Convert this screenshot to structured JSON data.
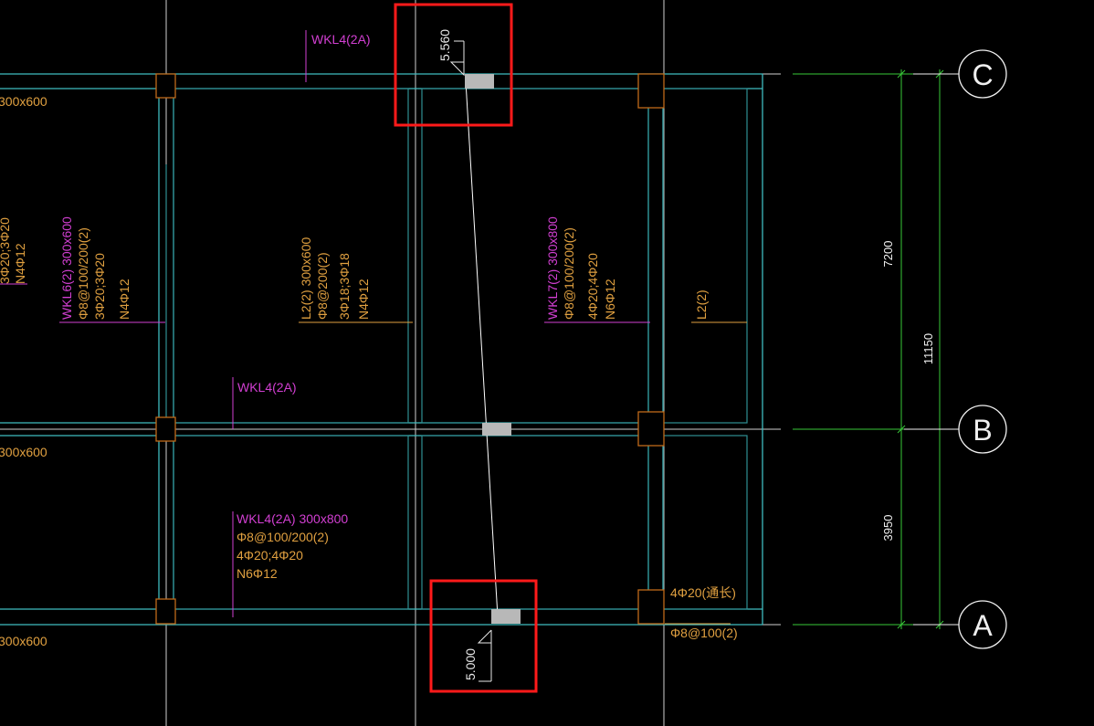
{
  "colors": {
    "background": "#000000",
    "beam_line": "#3fbcc0",
    "inner_line": "#2e8f93",
    "grid_line": "#cfcfcf",
    "column": "#c06a1a",
    "label_magenta": "#d23fd2",
    "label_orange": "#e0a040",
    "dim_green": "#39c939",
    "dim_text": "#f0f0f0",
    "axis_bubble": "#f0f0f0",
    "highlight": "#ff1a1a",
    "slope_line": "#ffffff",
    "block_fill": "#b8b8b8"
  },
  "axes": [
    {
      "label": "C"
    },
    {
      "label": "B"
    },
    {
      "label": "A"
    }
  ],
  "dimensions": {
    "span_cb": "7200",
    "total": "11150",
    "span_ba": "3950"
  },
  "elevations": {
    "top": "5.560",
    "bottom": "5.000"
  },
  "beam_labels": {
    "wkl4_top": "WKL4(2A)",
    "wkl4_mid": "WKL4(2A)",
    "size_left_top": "300x600",
    "size_left_mid": "300x600",
    "size_left_bot": "300x600",
    "left_cut_1": "3Φ20;3Φ20",
    "left_cut_2": "N4Φ12",
    "wkl6_1": "WKL6(2) 300x600",
    "wkl6_2": "Φ8@100/200(2)",
    "wkl6_3": "3Φ20;3Φ20",
    "wkl6_4": "N4Φ12",
    "l2_1": "L2(2) 300x600",
    "l2_2": "Φ8@200(2)",
    "l2_3": "3Φ18;3Φ18",
    "l2_4": "N4Φ12",
    "wkl7_1": "WKL7(2) 300x800",
    "wkl7_2": "Φ8@100/200(2)",
    "wkl7_3": "4Φ20;4Φ20",
    "wkl7_4": "N6Φ12",
    "l2_right": "L2(2)",
    "wkl4_b1": "WKL4(2A) 300x800",
    "wkl4_b2": "Φ8@100/200(2)",
    "wkl4_b3": "4Φ20;4Φ20",
    "wkl4_b4": "N6Φ12",
    "right_note": "4Φ20(通长)",
    "right_stirrup": "Φ8@100(2)"
  }
}
